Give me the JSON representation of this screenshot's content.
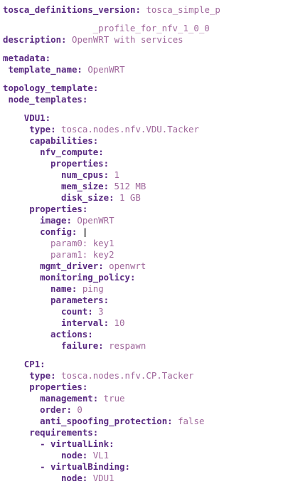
{
  "colors": {
    "key": "#5a2a82",
    "value": "#a0689c",
    "background": "#ffffff"
  },
  "lines": [
    {
      "indent": 0,
      "key": "tosca_definitions_version:",
      "value": " tosca_simple_p"
    },
    {
      "gap": true
    },
    {
      "indent": 17,
      "key": "",
      "value": "_profile_for_nfv_1_0_0"
    },
    {
      "indent": 0,
      "key": "description:",
      "value": " OpenWRT with services"
    },
    {
      "gap": true
    },
    {
      "indent": 0,
      "key": "metadata:",
      "value": ""
    },
    {
      "indent": 1,
      "key": "template_name:",
      "value": " OpenWRT"
    },
    {
      "gap": true
    },
    {
      "indent": 0,
      "key": "topology_template:",
      "value": ""
    },
    {
      "indent": 1,
      "key": "node_templates:",
      "value": ""
    },
    {
      "gap": true
    },
    {
      "indent": 4,
      "key": "VDU1:",
      "value": ""
    },
    {
      "indent": 5,
      "key": "type:",
      "value": " tosca.nodes.nfv.VDU.Tacker"
    },
    {
      "indent": 5,
      "key": "capabilities:",
      "value": ""
    },
    {
      "indent": 7,
      "key": "nfv_compute:",
      "value": ""
    },
    {
      "indent": 9,
      "key": "properties:",
      "value": ""
    },
    {
      "indent": 11,
      "key": "num_cpus:",
      "value": " 1"
    },
    {
      "indent": 11,
      "key": "mem_size:",
      "value": " 512 MB"
    },
    {
      "indent": 11,
      "key": "disk_size:",
      "value": " 1 GB"
    },
    {
      "indent": 5,
      "key": "properties:",
      "value": ""
    },
    {
      "indent": 7,
      "key": "image:",
      "value": " OpenWRT"
    },
    {
      "indent": 7,
      "key": "config:",
      "value": " |",
      "cursor": true
    },
    {
      "indent": 9,
      "key": "",
      "value": "param0: key1"
    },
    {
      "indent": 9,
      "key": "",
      "value": "param1: key2"
    },
    {
      "indent": 7,
      "key": "mgmt_driver:",
      "value": " openwrt"
    },
    {
      "indent": 7,
      "key": "monitoring_policy:",
      "value": ""
    },
    {
      "indent": 9,
      "key": "name:",
      "value": " ping"
    },
    {
      "indent": 9,
      "key": "parameters:",
      "value": ""
    },
    {
      "indent": 11,
      "key": "count:",
      "value": " 3"
    },
    {
      "indent": 11,
      "key": "interval:",
      "value": " 10"
    },
    {
      "indent": 9,
      "key": "actions:",
      "value": ""
    },
    {
      "indent": 11,
      "key": "failure:",
      "value": " respawn"
    },
    {
      "gap": true
    },
    {
      "indent": 4,
      "key": "CP1:",
      "value": ""
    },
    {
      "indent": 5,
      "key": "type:",
      "value": " tosca.nodes.nfv.CP.Tacker"
    },
    {
      "indent": 5,
      "key": "properties:",
      "value": ""
    },
    {
      "indent": 7,
      "key": "management:",
      "value": " true"
    },
    {
      "indent": 7,
      "key": "order:",
      "value": " 0"
    },
    {
      "indent": 7,
      "key": "anti_spoofing_protection:",
      "value": " false"
    },
    {
      "indent": 5,
      "key": "requirements:",
      "value": ""
    },
    {
      "indent": 7,
      "key": "- virtualLink:",
      "value": ""
    },
    {
      "indent": 11,
      "key": "node:",
      "value": " VL1"
    },
    {
      "indent": 7,
      "key": "- virtualBinding:",
      "value": ""
    },
    {
      "indent": 11,
      "key": "node:",
      "value": " VDU1"
    }
  ]
}
